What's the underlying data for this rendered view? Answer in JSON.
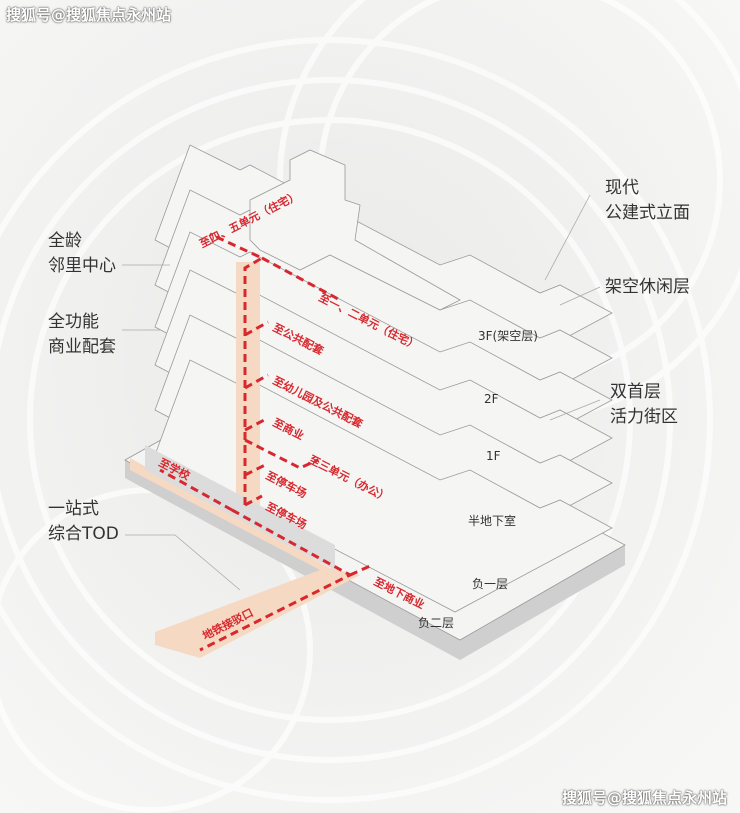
{
  "watermark_top": "搜狐号@搜狐焦点永州站",
  "watermark_bottom": "搜狐号@搜狐焦点永州站",
  "annotations_left": [
    {
      "line1": "全龄",
      "line2": "邻里中心"
    },
    {
      "line1": "全功能",
      "line2": "商业配套"
    },
    {
      "line1": "一站式",
      "line2": "综合TOD"
    }
  ],
  "annotations_right": [
    {
      "line1": "现代",
      "line2": "公建式立面"
    },
    {
      "line1": "架空休闲层",
      "line2": ""
    },
    {
      "line1": "双首层",
      "line2": "活力街区"
    }
  ],
  "floors": [
    "3F(架空层)",
    "2F",
    "1F",
    "半地下室",
    "负一层",
    "负二层"
  ],
  "routes": {
    "units_45": "至四、五单元（住宅）",
    "units_12": "至一、二单元（住宅）",
    "public": "至公共配套",
    "kindergarten": "至幼儿园及公共配套",
    "commerce": "至商业",
    "unit_3": "至三单元（办公）",
    "parking1": "至停车场",
    "parking2": "至停车场",
    "school": "至学校",
    "underground": "至地下商业",
    "metro": "地铁接驳口"
  },
  "colors": {
    "route": "#d8282f",
    "core": "#f6d9c2",
    "annotation": "#333333"
  }
}
